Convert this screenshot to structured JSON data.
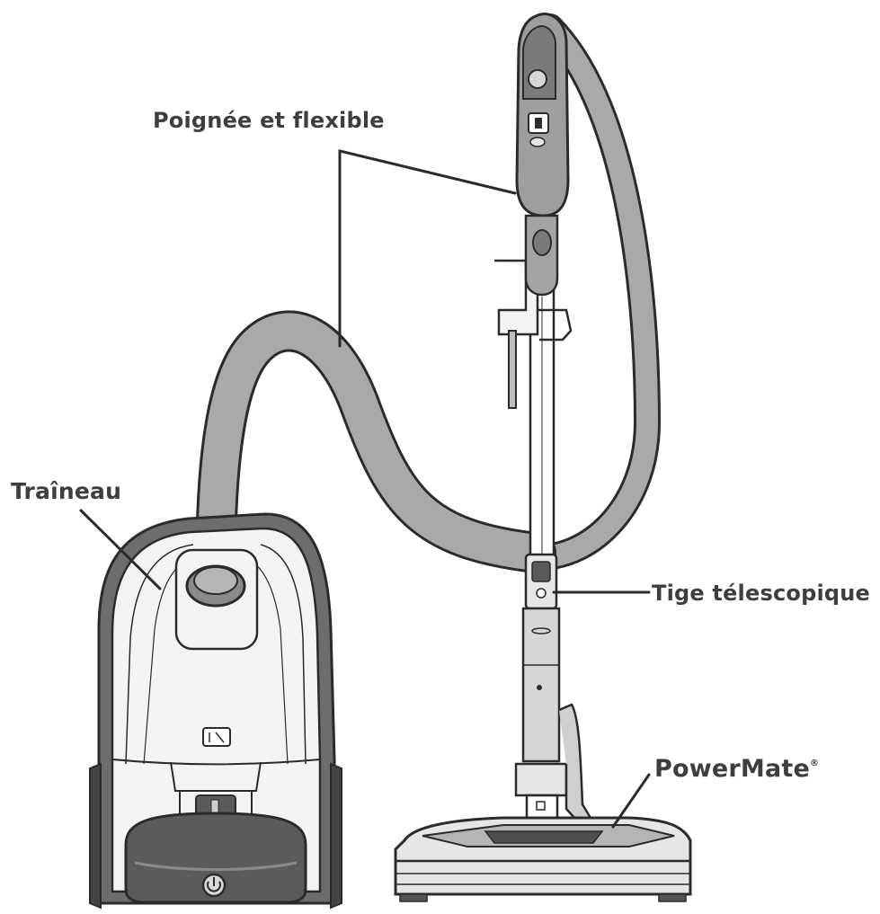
{
  "labels": {
    "handle_hose": "Poignée et flexible",
    "canister": "Traîneau",
    "telescopic_wand": "Tige télescopique",
    "powermate": "PowerMate",
    "powermate_mark": "®"
  },
  "colors": {
    "outline": "#2b2b2b",
    "hose_fill": "#a9a9a9",
    "body_fill": "#f4f4f4",
    "dark_part": "#6a6a6a",
    "label_text": "#3e3e3e"
  },
  "icons": [
    "power-button-icon",
    "logo-badge-icon"
  ]
}
